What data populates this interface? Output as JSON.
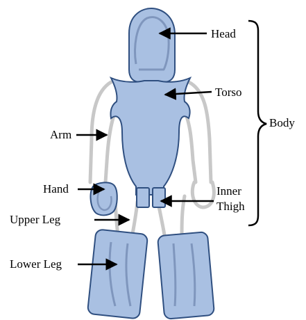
{
  "labels": {
    "head": "Head",
    "torso": "Torso",
    "body": "Body",
    "arm": "Arm",
    "hand": "Hand",
    "inner_thigh_line1": "Inner",
    "inner_thigh_line2": "Thigh",
    "upper_leg": "Upper Leg",
    "lower_leg": "Lower Leg"
  },
  "colors": {
    "part_fill": "#a9c0e2",
    "part_stroke": "#2f4f80",
    "outline_gray": "#c8c8c8",
    "inner_line": "#7f96bd",
    "arrow": "#000000",
    "text": "#000000"
  }
}
